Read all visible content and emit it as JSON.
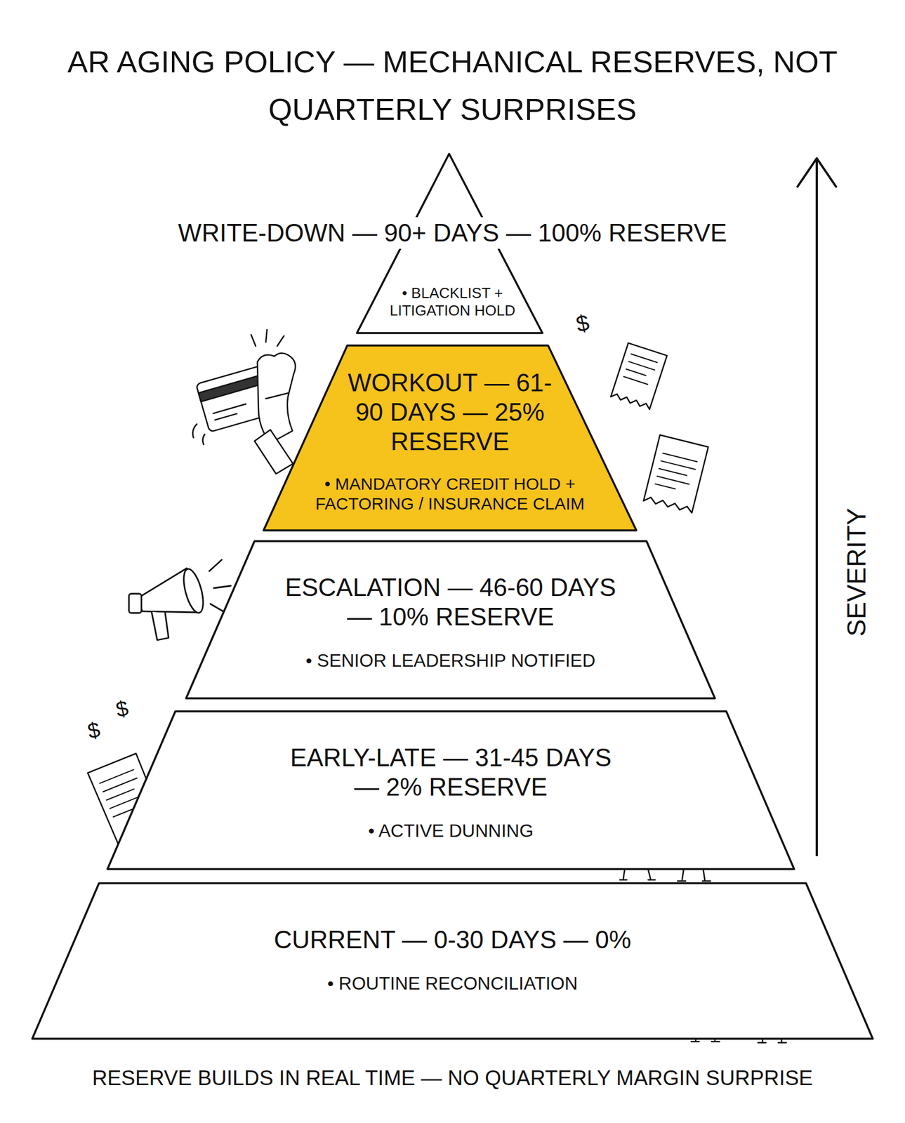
{
  "diagram": {
    "title": "AR AGING POLICY — MECHANICAL RESERVES, NOT QUARTERLY SURPRISES",
    "caption": "RESERVE BUILDS IN REAL TIME — NO QUARTERLY MARGIN SURPRISE",
    "nodes": [
      {
        "text": [
          "WRITE-DOWN — 90+ DAYS — 100% RESERVE",
          "• BLACKLIST + LITIGATION HOLD"
        ]
      },
      {
        "text": [
          "WORKOUT — 61-90 DAYS — 25% RESERVE",
          "• MANDATORY CREDIT HOLD + FACTORING / INSURANCE CLAIM"
        ]
      },
      {
        "text": [
          "ESCALATION — 46-60 DAYS — 10% RESERVE",
          "• SENIOR LEADERSHIP NOTIFIED"
        ]
      },
      {
        "text": [
          "EARLY-LATE — 31-45 DAYS — 2% RESERVE",
          "• ACTIVE DUNNING"
        ]
      },
      {
        "text": [
          "CURRENT — 0-30 DAYS — 0%",
          "• ROUTINE RECONCILIATION"
        ]
      }
    ],
    "labels": [
      "SEVERITY",
      "$",
      "$",
      "$"
    ]
  }
}
